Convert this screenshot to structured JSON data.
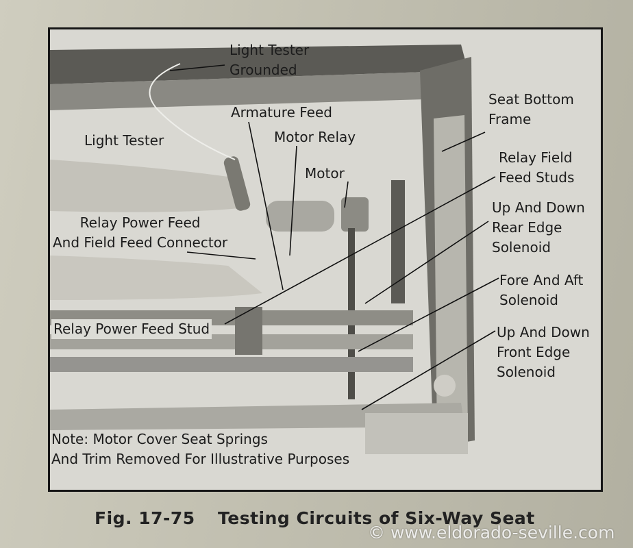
{
  "labels": {
    "light_tester_grounded": [
      "Light Tester",
      "Grounded"
    ],
    "seat_bottom_frame": [
      "Seat Bottom",
      "Frame"
    ],
    "armature_feed": "Armature Feed",
    "motor_relay": "Motor Relay",
    "light_tester": "Light Tester",
    "relay_field_feed_studs": [
      "Relay Field",
      "Feed Studs"
    ],
    "motor": "Motor",
    "up_down_rear_edge_solenoid": [
      "Up And Down",
      "Rear Edge",
      "Solenoid"
    ],
    "relay_power_feed_connector": [
      "Relay Power Feed",
      "And Field Feed Connector"
    ],
    "fore_aft_solenoid": [
      "Fore And Aft",
      "Solenoid"
    ],
    "relay_power_feed_stud": "Relay Power Feed Stud",
    "up_down_front_edge_solenoid": [
      "Up And Down",
      "Front Edge",
      "Solenoid"
    ]
  },
  "note": [
    "Note: Motor Cover Seat Springs",
    "And Trim Removed For Illustrative Purposes"
  ],
  "caption": {
    "figure": "Fig. 17-75",
    "title": "Testing Circuits of Six-Way Seat"
  },
  "watermark": "© www.eldorado-seville.com"
}
